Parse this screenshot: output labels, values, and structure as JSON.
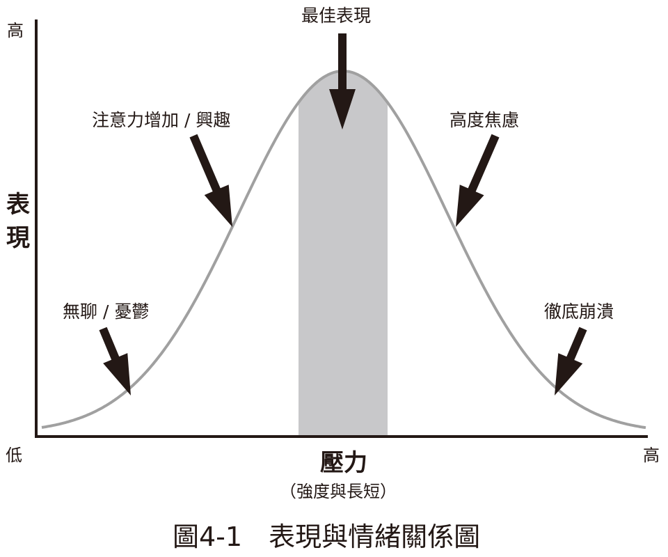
{
  "diagram": {
    "y_axis": {
      "label": "表現",
      "high": "高"
    },
    "x_axis": {
      "label": "壓力",
      "sublabel": "（強度與長短）",
      "low": "低",
      "high": "高"
    },
    "annotations": {
      "peak": "最佳表現",
      "rising": "注意力增加 / 興趣",
      "falling": "高度焦慮",
      "low_left": "無聊 / 憂鬱",
      "low_right": "徹底崩潰"
    },
    "caption": "圖4-1　表現與情緒關係圖",
    "colors": {
      "curve": "#a0a0a0",
      "band": "#c8c8ca",
      "ink": "#231815"
    }
  }
}
